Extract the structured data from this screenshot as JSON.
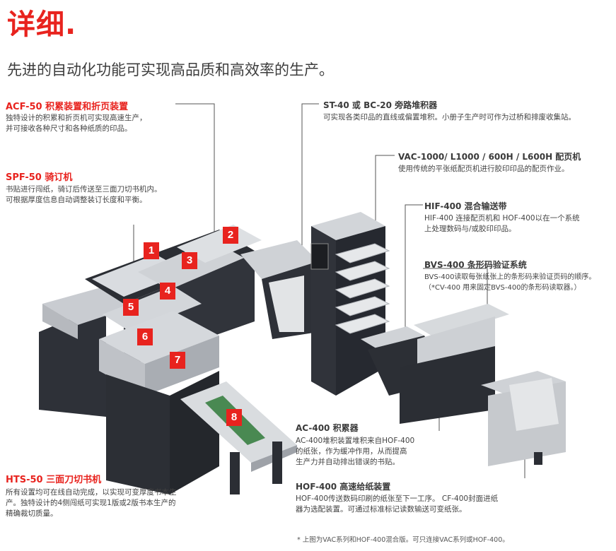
{
  "header": {
    "title": "详细.",
    "subtitle": "先进的自动化功能可实现高品质和高效率的生产。"
  },
  "callouts": {
    "acf": {
      "label": "ACF-50 积累装置和折页装置",
      "desc1": "独特设计的积累和折页机可实现高速生产，",
      "desc2": "并可接收各种尺寸和各种纸质的印品。"
    },
    "spf": {
      "label": "SPF-50 骑订机",
      "desc1": "书贴进行闯纸，骑订后传送至三面刀切书机内。",
      "desc2": "可根据厚度信息自动调整装订长度和平衡。"
    },
    "hts": {
      "label": "HTS-50 三面刀切书机",
      "desc1": "所有设置均可在线自动完成，以实现可变厚度书本生",
      "desc2": "产。独特设计的4侧闯纸可实现1版或2版书本生产的",
      "desc3": "精确裁切质量。"
    },
    "st": {
      "label": "ST-40 或 BC-20 旁路堆积器",
      "desc1": "可实现各类印品的直线或偏置堆积。小册子生产时可作为过桥和排废收集站。"
    },
    "vac": {
      "label": "VAC-1000/ L1000 / 600H / L600H 配页机",
      "desc1": "使用传统的平张纸配页机进行胶印印品的配页作业。"
    },
    "hif": {
      "label": "HIF-400 混合输送带",
      "desc1": "HIF-400 连接配页机和 HOF-400以在一个系统",
      "desc2": "上处理数码与/或胶印印品。"
    },
    "bvs": {
      "label": "BVS-400  条形码验证系统",
      "desc1": "BVS-400读取每张纸张上的条形码来验证页码的顺序。",
      "desc2": "（*CV-400 用来固定BVS-400的条形码读取器。）"
    },
    "ac": {
      "label": "AC-400 积累器",
      "desc1": "AC-400堆积装置堆积来自HOF-400",
      "desc2": "的纸张，作为缓冲作用，从而提高",
      "desc3": "生产力并自动排出错误的书贴。"
    },
    "hof": {
      "label": "HOF-400 高速给纸装置",
      "desc1": "HOF-400传送数码印刷的纸张至下一工序。 CF-400封面进纸",
      "desc2": "器为选配装置。可通过标准标记读数输送可变纸张。"
    }
  },
  "footnote": "*  上图为VAC系列和HOF-400混合版。可只连接VAC系列或HOF-400。",
  "badges": [
    "1",
    "2",
    "3",
    "4",
    "5",
    "6",
    "7",
    "8"
  ],
  "colors": {
    "accent": "#e8231e",
    "machine_light": "#d5d8dc",
    "machine_dark": "#2a2d33"
  }
}
